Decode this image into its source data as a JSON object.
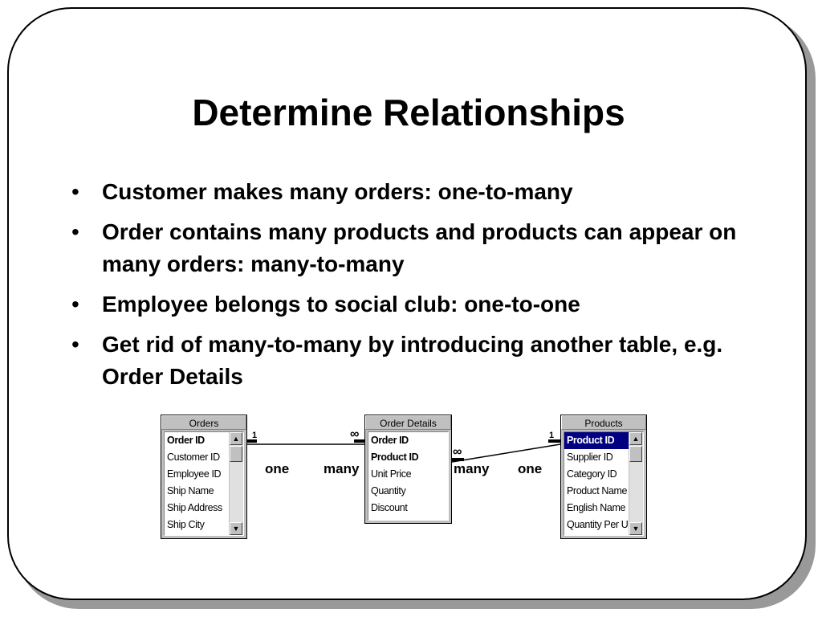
{
  "slide": {
    "title": "Determine Relationships",
    "bullets": [
      "Customer makes many orders: one-to-many",
      "Order contains many products and products can appear on many orders: many-to-many",
      "Employee belongs to social club: one-to-one",
      "Get rid of many-to-many by introducing another table, e.g. Order Details"
    ],
    "bullet_glyph": "•"
  },
  "diagram": {
    "tables": [
      {
        "title": "Orders",
        "fields": [
          "Order ID",
          "Customer ID",
          "Employee ID",
          "Ship Name",
          "Ship Address",
          "Ship City"
        ],
        "key_fields": [
          "Order ID"
        ],
        "selected_field": "",
        "has_scrollbar": true
      },
      {
        "title": "Order Details",
        "fields": [
          "Order ID",
          "Product ID",
          "Unit Price",
          "Quantity",
          "Discount"
        ],
        "key_fields": [
          "Order ID",
          "Product ID"
        ],
        "selected_field": "",
        "has_scrollbar": false
      },
      {
        "title": "Products",
        "fields": [
          "Product ID",
          "Supplier ID",
          "Category ID",
          "Product Name",
          "English Name",
          "Quantity Per Unit"
        ],
        "key_fields": [
          "Product ID"
        ],
        "selected_field": "Product ID",
        "has_scrollbar": true
      }
    ],
    "relationship_marks": {
      "one_symbol": "1",
      "many_symbol": "∞"
    },
    "labels": {
      "left_one": "one",
      "left_many": "many",
      "right_many": "many",
      "right_one": "one"
    },
    "scroll_up_glyph": "▲",
    "scroll_down_glyph": "▼",
    "colors": {
      "selection": "#000080",
      "window_face": "#c0c0c0",
      "card_shadow": "#999999"
    }
  }
}
